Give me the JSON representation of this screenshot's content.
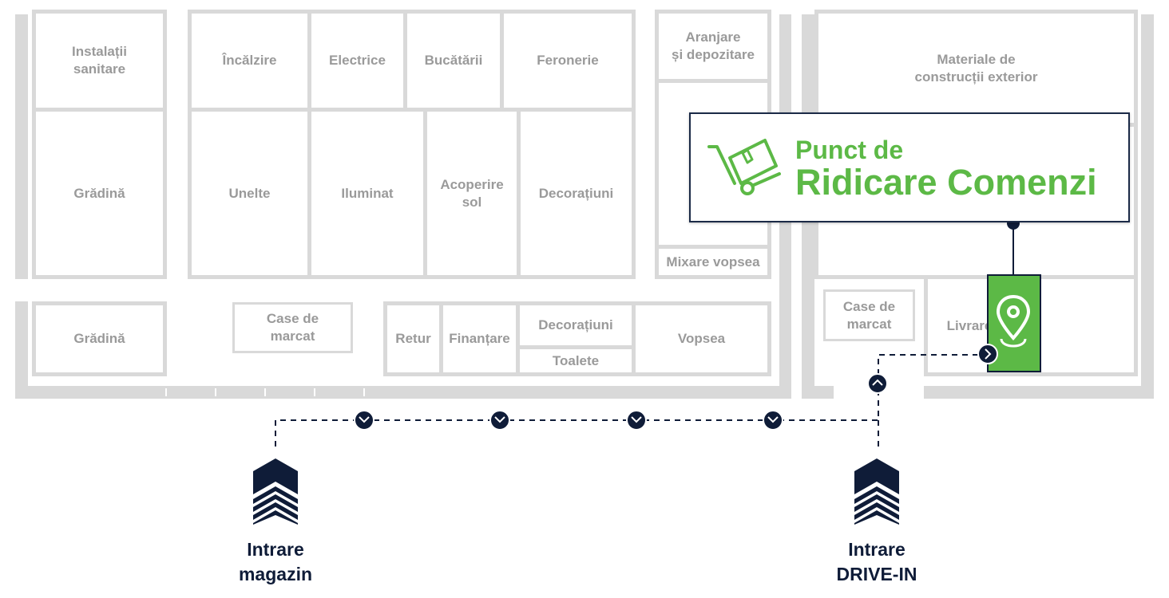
{
  "colors": {
    "wall": "#d9d9d9",
    "room_text": "#9a9a9a",
    "accent_green": "#5cb946",
    "navy": "#0f1c38"
  },
  "departments": {
    "instalatii": "Instalații\nsanitare",
    "incalzire": "Încălzire",
    "electrice": "Electrice",
    "bucatarii": "Bucătării",
    "feronerie": "Feronerie",
    "aranjare": "Aranjare\nși depozitare",
    "materiale": "Materiale de\nconstrucții exterior",
    "gradina_top": "Grădină",
    "unelte": "Unelte",
    "iluminat": "Iluminat",
    "acoperire": "Acoperire\nsol",
    "decoratiuni_top": "Decorațiuni",
    "mixare": "Mixare vopsea",
    "gradina_bottom": "Grădină",
    "case_marcat_main": "Case de\nmarcat",
    "retur": "Retur",
    "finantare": "Finanțare",
    "decoratiuni_bottom": "Decorațiuni",
    "toalete": "Toalete",
    "vopsea": "Vopsea",
    "case_marcat_drive": "Case de\nmarcat",
    "livrare": "Livrare"
  },
  "pickup": {
    "line1": "Punct de",
    "line2": "Ridicare Comenzi",
    "icon": "hand-truck-box-icon",
    "location_icon": "map-pin-icon"
  },
  "entrances": {
    "store": "Intrare\nmagazin",
    "drive_in": "Intrare\nDRIVE-IN",
    "icon": "entrance-arrow-icon"
  },
  "path_marker_icon": "pickup-path-marker-icon"
}
